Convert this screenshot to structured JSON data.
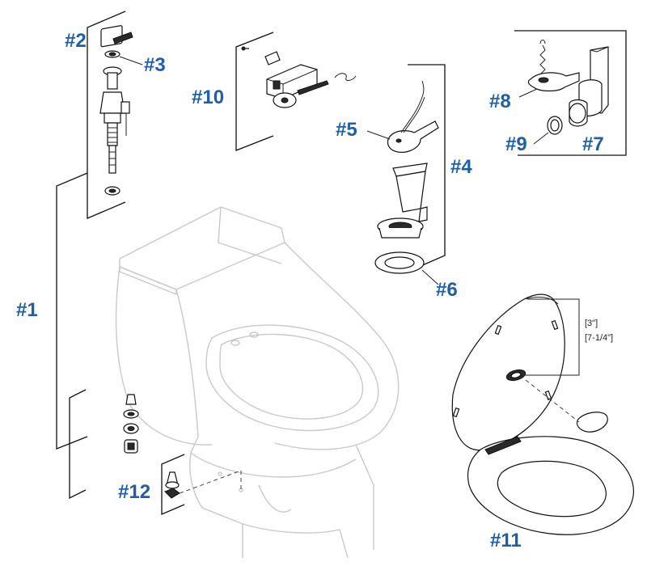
{
  "theme": {
    "callout_color": "#1f5fa8",
    "line_color": "#111111",
    "ghost_color": "#c9c9c9"
  },
  "callouts": {
    "p1": "#1",
    "p2": "#2",
    "p3": "#3",
    "p4": "#4",
    "p5": "#5",
    "p6": "#6",
    "p7": "#7",
    "p8": "#8",
    "p9": "#9",
    "p10": "#10",
    "p11": "#11",
    "p12": "#12"
  },
  "dimension": {
    "line1": "[3\"]",
    "line2": "[7-1/4\"]"
  }
}
